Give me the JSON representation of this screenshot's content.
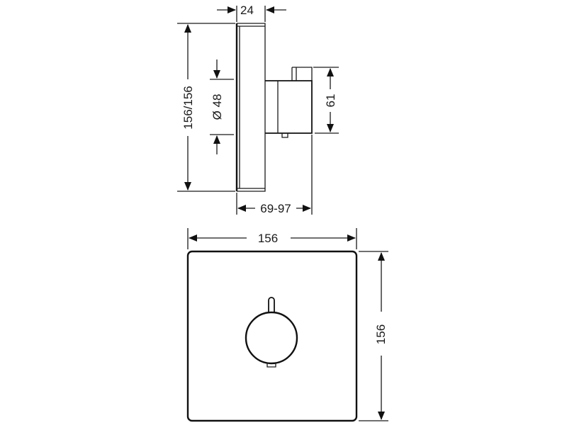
{
  "side_view": {
    "dim_projection_depth": "24",
    "dim_total_height": "156/156",
    "dim_knob_diameter": "Ø 48",
    "dim_body_height": "61",
    "dim_install_depth": "69-97"
  },
  "front_view": {
    "dim_width": "156",
    "dim_height": "156"
  },
  "colors": {
    "line": "#111111",
    "background": "#ffffff"
  }
}
